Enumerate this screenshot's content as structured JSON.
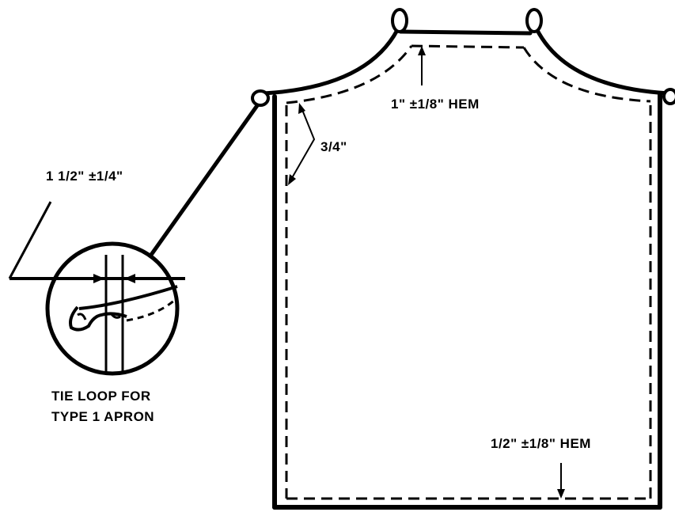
{
  "labels": {
    "top_hem": "1\" ±1/8\" HEM",
    "corner_width": "3/4\"",
    "loop_width": "1 1/2\" ±1/4\"",
    "loop_caption_line1": "TIE LOOP FOR",
    "loop_caption_line2": "TYPE 1 APRON",
    "bottom_hem": "1/2\" ±1/8\" HEM"
  },
  "colors": {
    "ink": "#000000",
    "paper": "#ffffff"
  }
}
